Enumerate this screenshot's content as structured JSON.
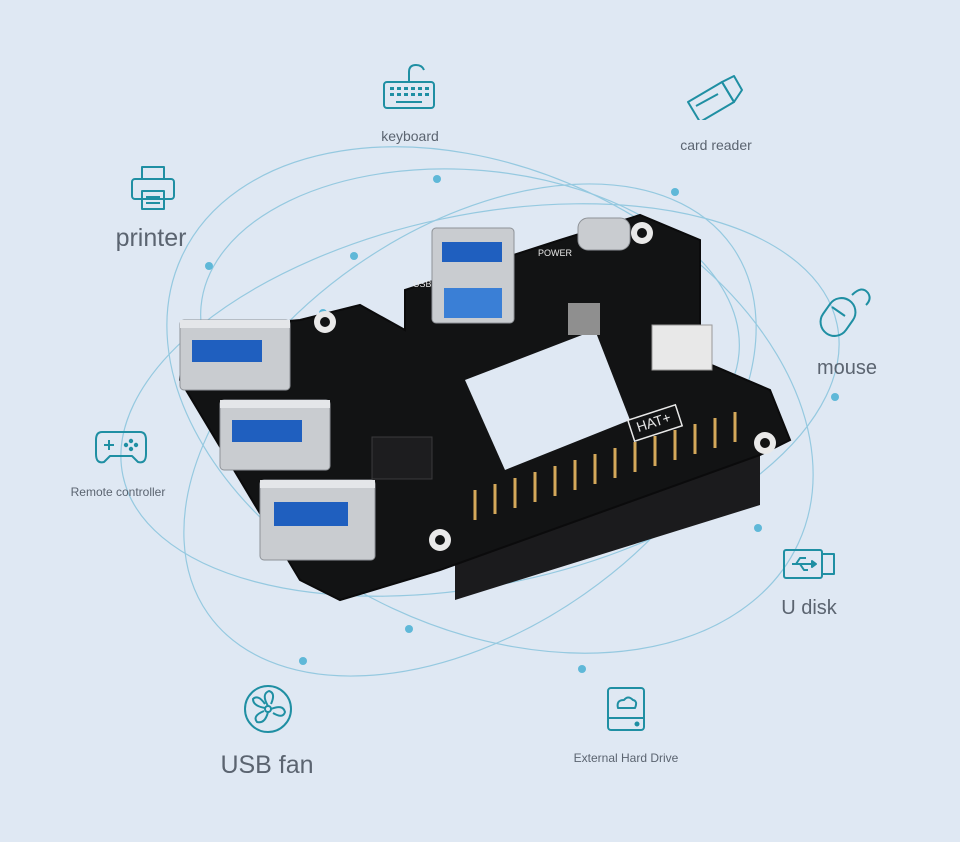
{
  "peripherals": {
    "keyboard": "keyboard",
    "card_reader": "card reader",
    "printer": "printer",
    "mouse": "mouse",
    "remote_controller": "Remote controller",
    "u_disk": "U disk",
    "usb_fan": "USB fan",
    "external_hard_drive": "External Hard Drive"
  },
  "board": {
    "usb_silk": "USB",
    "power_silk": "POWER",
    "hat_silk": "HAT+"
  },
  "icons": [
    "keyboard-icon",
    "card-reader-icon",
    "printer-icon",
    "mouse-icon",
    "gamepad-icon",
    "usb-drive-icon",
    "fan-icon",
    "hard-drive-icon"
  ],
  "colors": {
    "background": "#dfe8f3",
    "accent": "#1f8fa3",
    "orbit": "#8ec6de",
    "board": "#121314"
  }
}
